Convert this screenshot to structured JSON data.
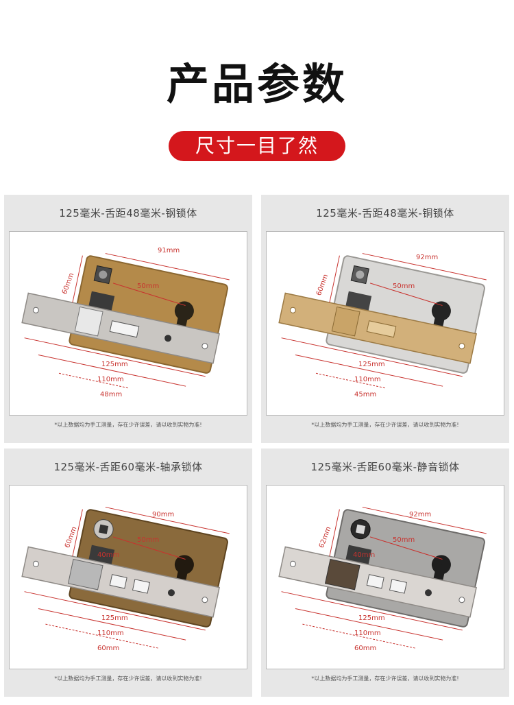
{
  "header": {
    "title": "产品参数",
    "subtitle": "尺寸一目了然"
  },
  "colors": {
    "accent_red": "#d4171c",
    "card_bg": "#e7e7e7",
    "dimension_line": "#c8322e"
  },
  "note_text": "*以上数据均为手工测量，存在少许误差，请以收到实物为准!",
  "cards": [
    {
      "title": "125毫米-舌距48毫米-钢锁体",
      "finish": "gold",
      "dims": {
        "height": "60mm",
        "width": "91mm",
        "center": "50mm",
        "faceplate": "125mm",
        "mid": "110mm",
        "backset": "48mm"
      }
    },
    {
      "title": "125毫米-舌距48毫米-铜锁体",
      "finish": "silver",
      "dims": {
        "height": "60mm",
        "width": "92mm",
        "center": "50mm",
        "faceplate": "125mm",
        "mid": "110mm",
        "backset": "45mm"
      }
    },
    {
      "title": "125毫米-舌距60毫米-轴承锁体",
      "finish": "bronze",
      "dims": {
        "height": "60mm",
        "width": "90mm",
        "center": "50mm",
        "inner": "40mm",
        "faceplate": "125mm",
        "mid": "110mm",
        "backset": "60mm"
      }
    },
    {
      "title": "125毫米-舌距60毫米-静音锁体",
      "finish": "grey",
      "dims": {
        "height": "62mm",
        "width": "92mm",
        "center": "50mm",
        "inner": "40mm",
        "faceplate": "125mm",
        "mid": "110mm",
        "backset": "60mm"
      }
    }
  ]
}
